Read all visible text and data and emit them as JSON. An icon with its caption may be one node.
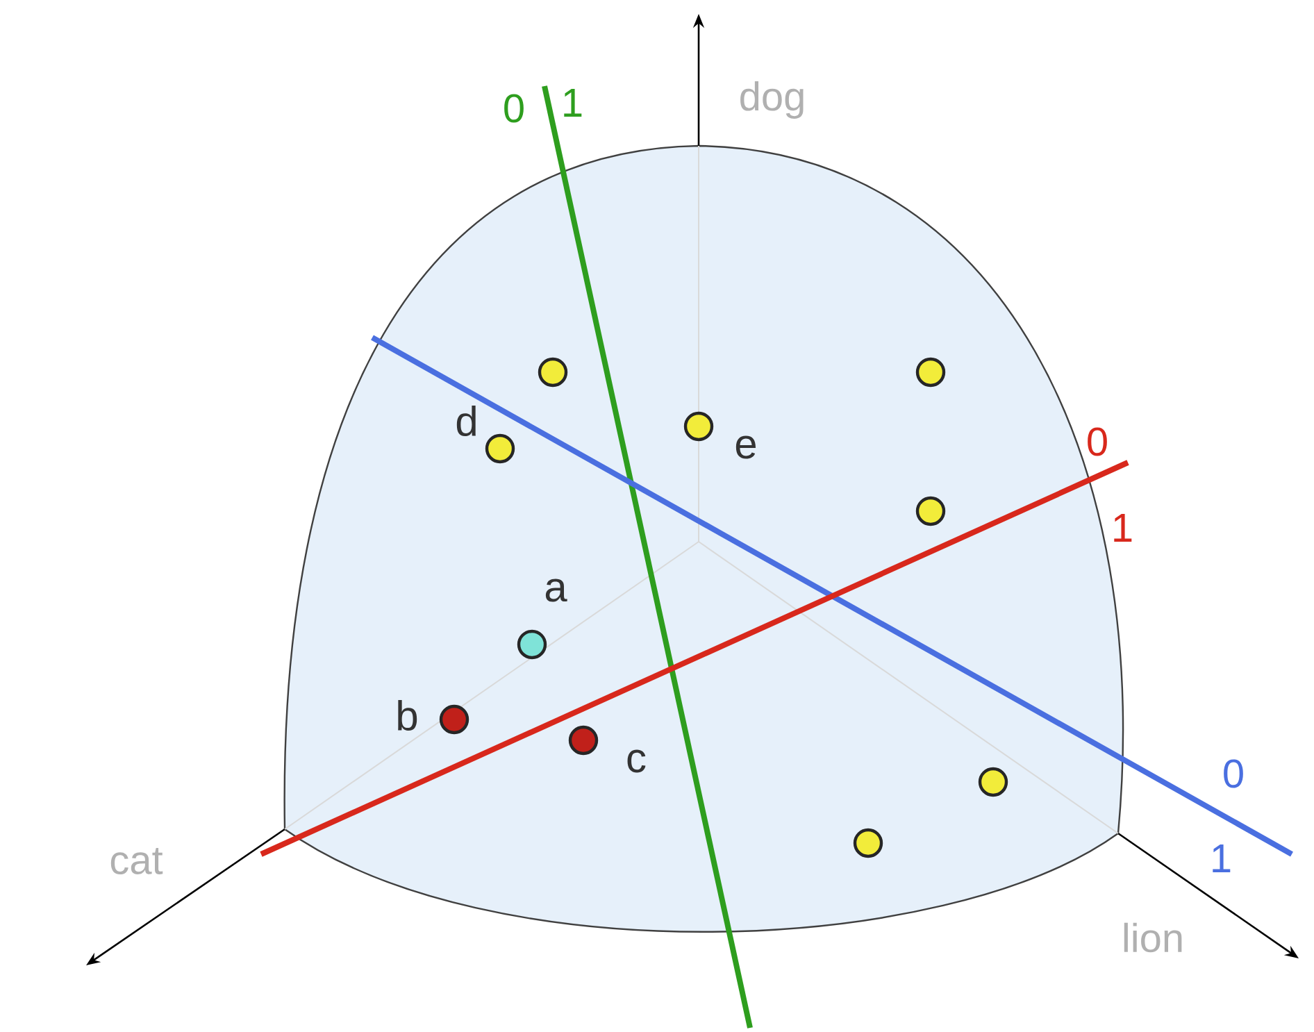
{
  "diagram": {
    "nodes": [
      {
        "text": [],
        "shape": "circle"
      },
      {
        "text": [],
        "shape": "circle"
      },
      {
        "text": [],
        "shape": "circle",
        "beside": [
          "e"
        ]
      },
      {
        "text": [],
        "shape": "circle",
        "beside": [
          "d"
        ]
      },
      {
        "text": [],
        "shape": "circle"
      },
      {
        "text": [],
        "shape": "circle",
        "beside": [
          "a"
        ]
      },
      {
        "text": [],
        "shape": "circle",
        "beside": [
          "b"
        ]
      },
      {
        "text": [],
        "shape": "circle",
        "beside": [
          "c"
        ]
      },
      {
        "text": [],
        "shape": "circle"
      },
      {
        "text": [],
        "shape": "circle"
      }
    ],
    "labels": [
      "0",
      "1",
      "dog",
      "0",
      "1",
      "0",
      "cat",
      "1",
      "lion"
    ]
  }
}
